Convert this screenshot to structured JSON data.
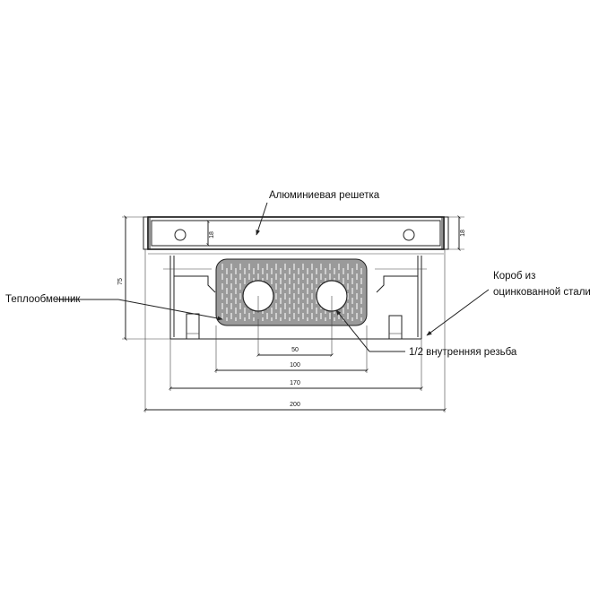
{
  "labels": {
    "grille": "Алюминиевая решетка",
    "box_line1": "Короб из",
    "box_line2": "оцинкованной стали",
    "heat_exchanger": "Теплообменник",
    "thread": "1/2 внутренняя резьба"
  },
  "dimensions": {
    "height_total": "75",
    "grille_height_left": "18",
    "grille_height_right": "18",
    "pipe_spacing": "50",
    "exchanger_width": "100",
    "box_width": "170",
    "overall_width": "200"
  },
  "colors": {
    "line": "#222222",
    "fin_fill": "#9a9a9a",
    "background": "#ffffff"
  }
}
